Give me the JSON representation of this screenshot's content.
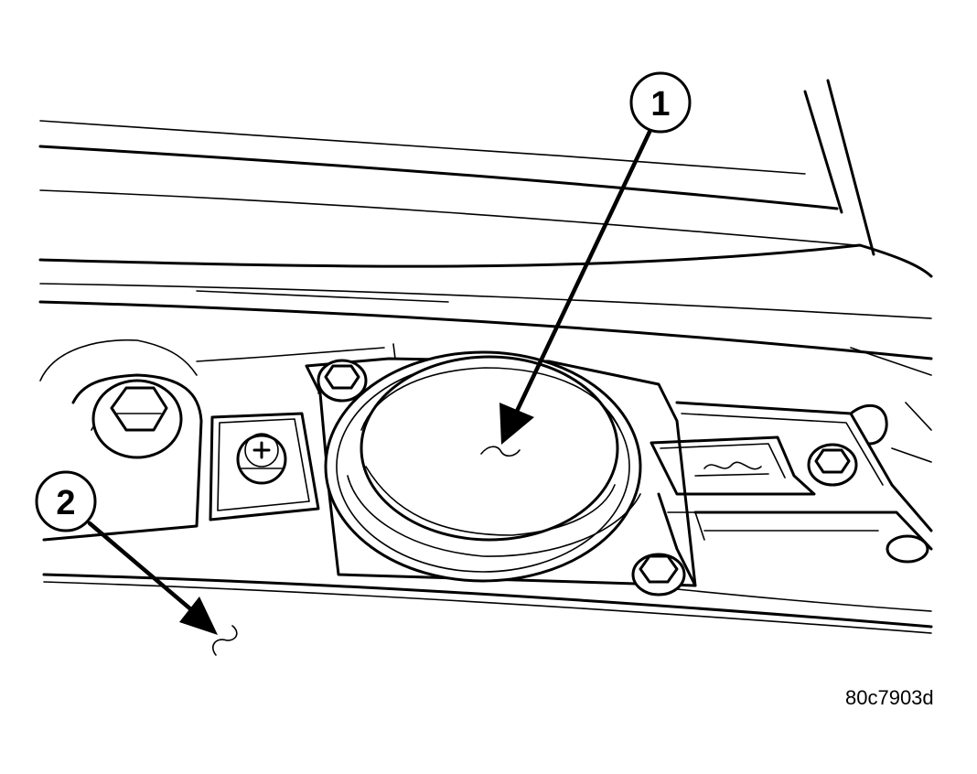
{
  "callouts": [
    {
      "label": "1"
    },
    {
      "label": "2"
    }
  ],
  "figure_id": "80c7903d",
  "colors": {
    "line": "#000000",
    "background": "#ffffff"
  }
}
